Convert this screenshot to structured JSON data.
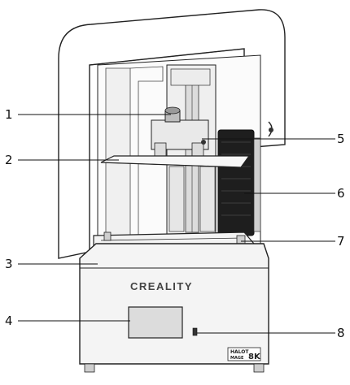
{
  "brand": "CREALITY",
  "model_badge": {
    "line1": "HALOT",
    "line2": "MAGE",
    "size": "8K"
  },
  "callouts": [
    "1",
    "2",
    "3",
    "4",
    "5",
    "6",
    "7",
    "8"
  ],
  "colors": {
    "body": "#f4f4f4",
    "outline": "#222222",
    "screen": "#dcdcdc",
    "heatsink": "#1e1e1e"
  }
}
